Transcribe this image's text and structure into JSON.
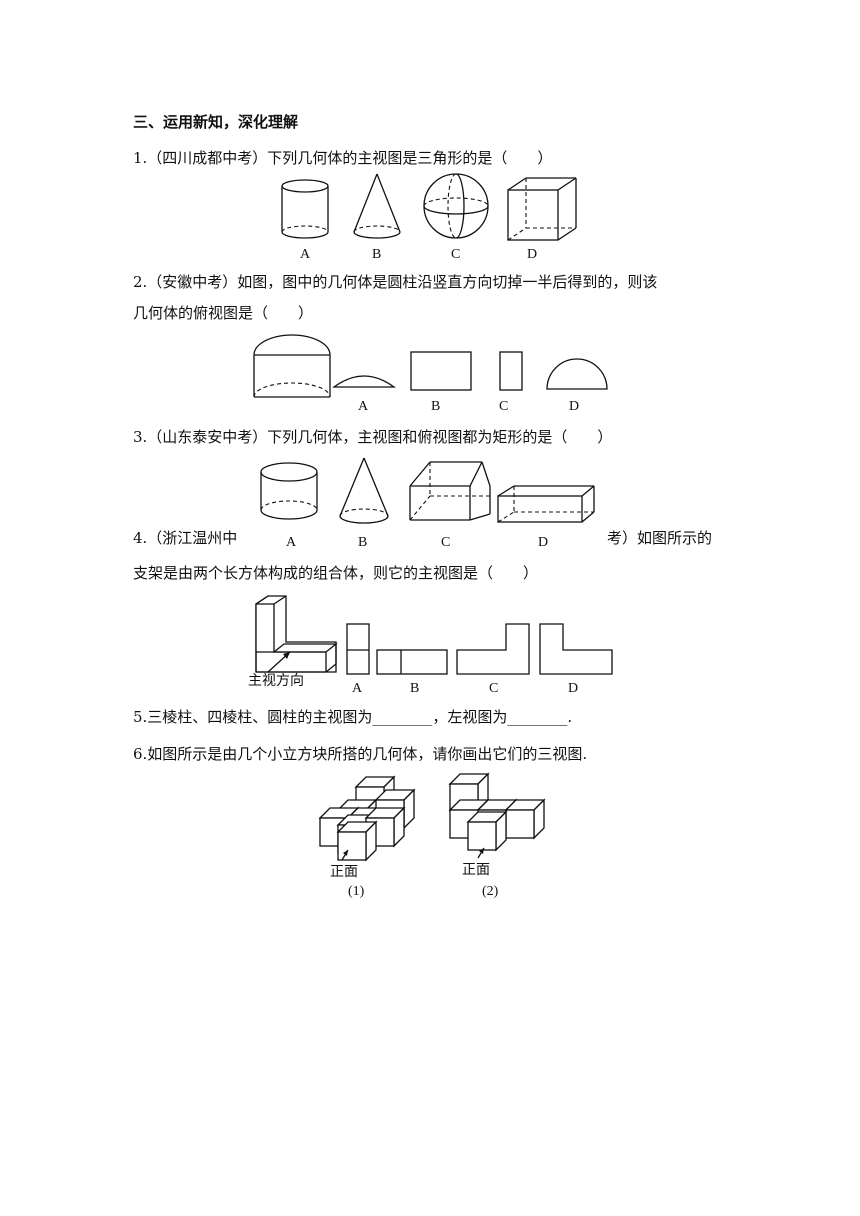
{
  "section_title": "三、运用新知，深化理解",
  "questions": [
    {
      "text": "1.（四川成都中考）下列几何体的主视图是三角形的是（　　）",
      "options": [
        "A",
        "B",
        "C",
        "D"
      ]
    },
    {
      "line1": "2.（安徽中考）如图，图中的几何体是圆柱沿竖直方向切掉一半后得到的，则该",
      "line2": "几何体的俯视图是（　　）",
      "options": [
        "A",
        "B",
        "C",
        "D"
      ]
    },
    {
      "text": "3.（山东泰安中考）下列几何体，主视图和俯视图都为矩形的是（　　）",
      "options": [
        "A",
        "B",
        "C",
        "D"
      ]
    },
    {
      "line1_start": "4.（浙江温州中",
      "line1_end": "考）如图所示的",
      "line2": "支架是由两个长方体构成的组合体，则它的主视图是（　　）",
      "direction_label": "主视方向",
      "options": [
        "A",
        "B",
        "C",
        "D"
      ]
    },
    {
      "text": "5.三棱柱、四棱柱、圆柱的主视图为________，左视图为________."
    },
    {
      "text": "6.如图所示是由几个小立方块所搭的几何体，请你画出它们的三视图.",
      "figures": [
        {
          "front_label": "正面",
          "caption": "(1)"
        },
        {
          "front_label": "正面",
          "caption": "(2)"
        }
      ]
    }
  ]
}
